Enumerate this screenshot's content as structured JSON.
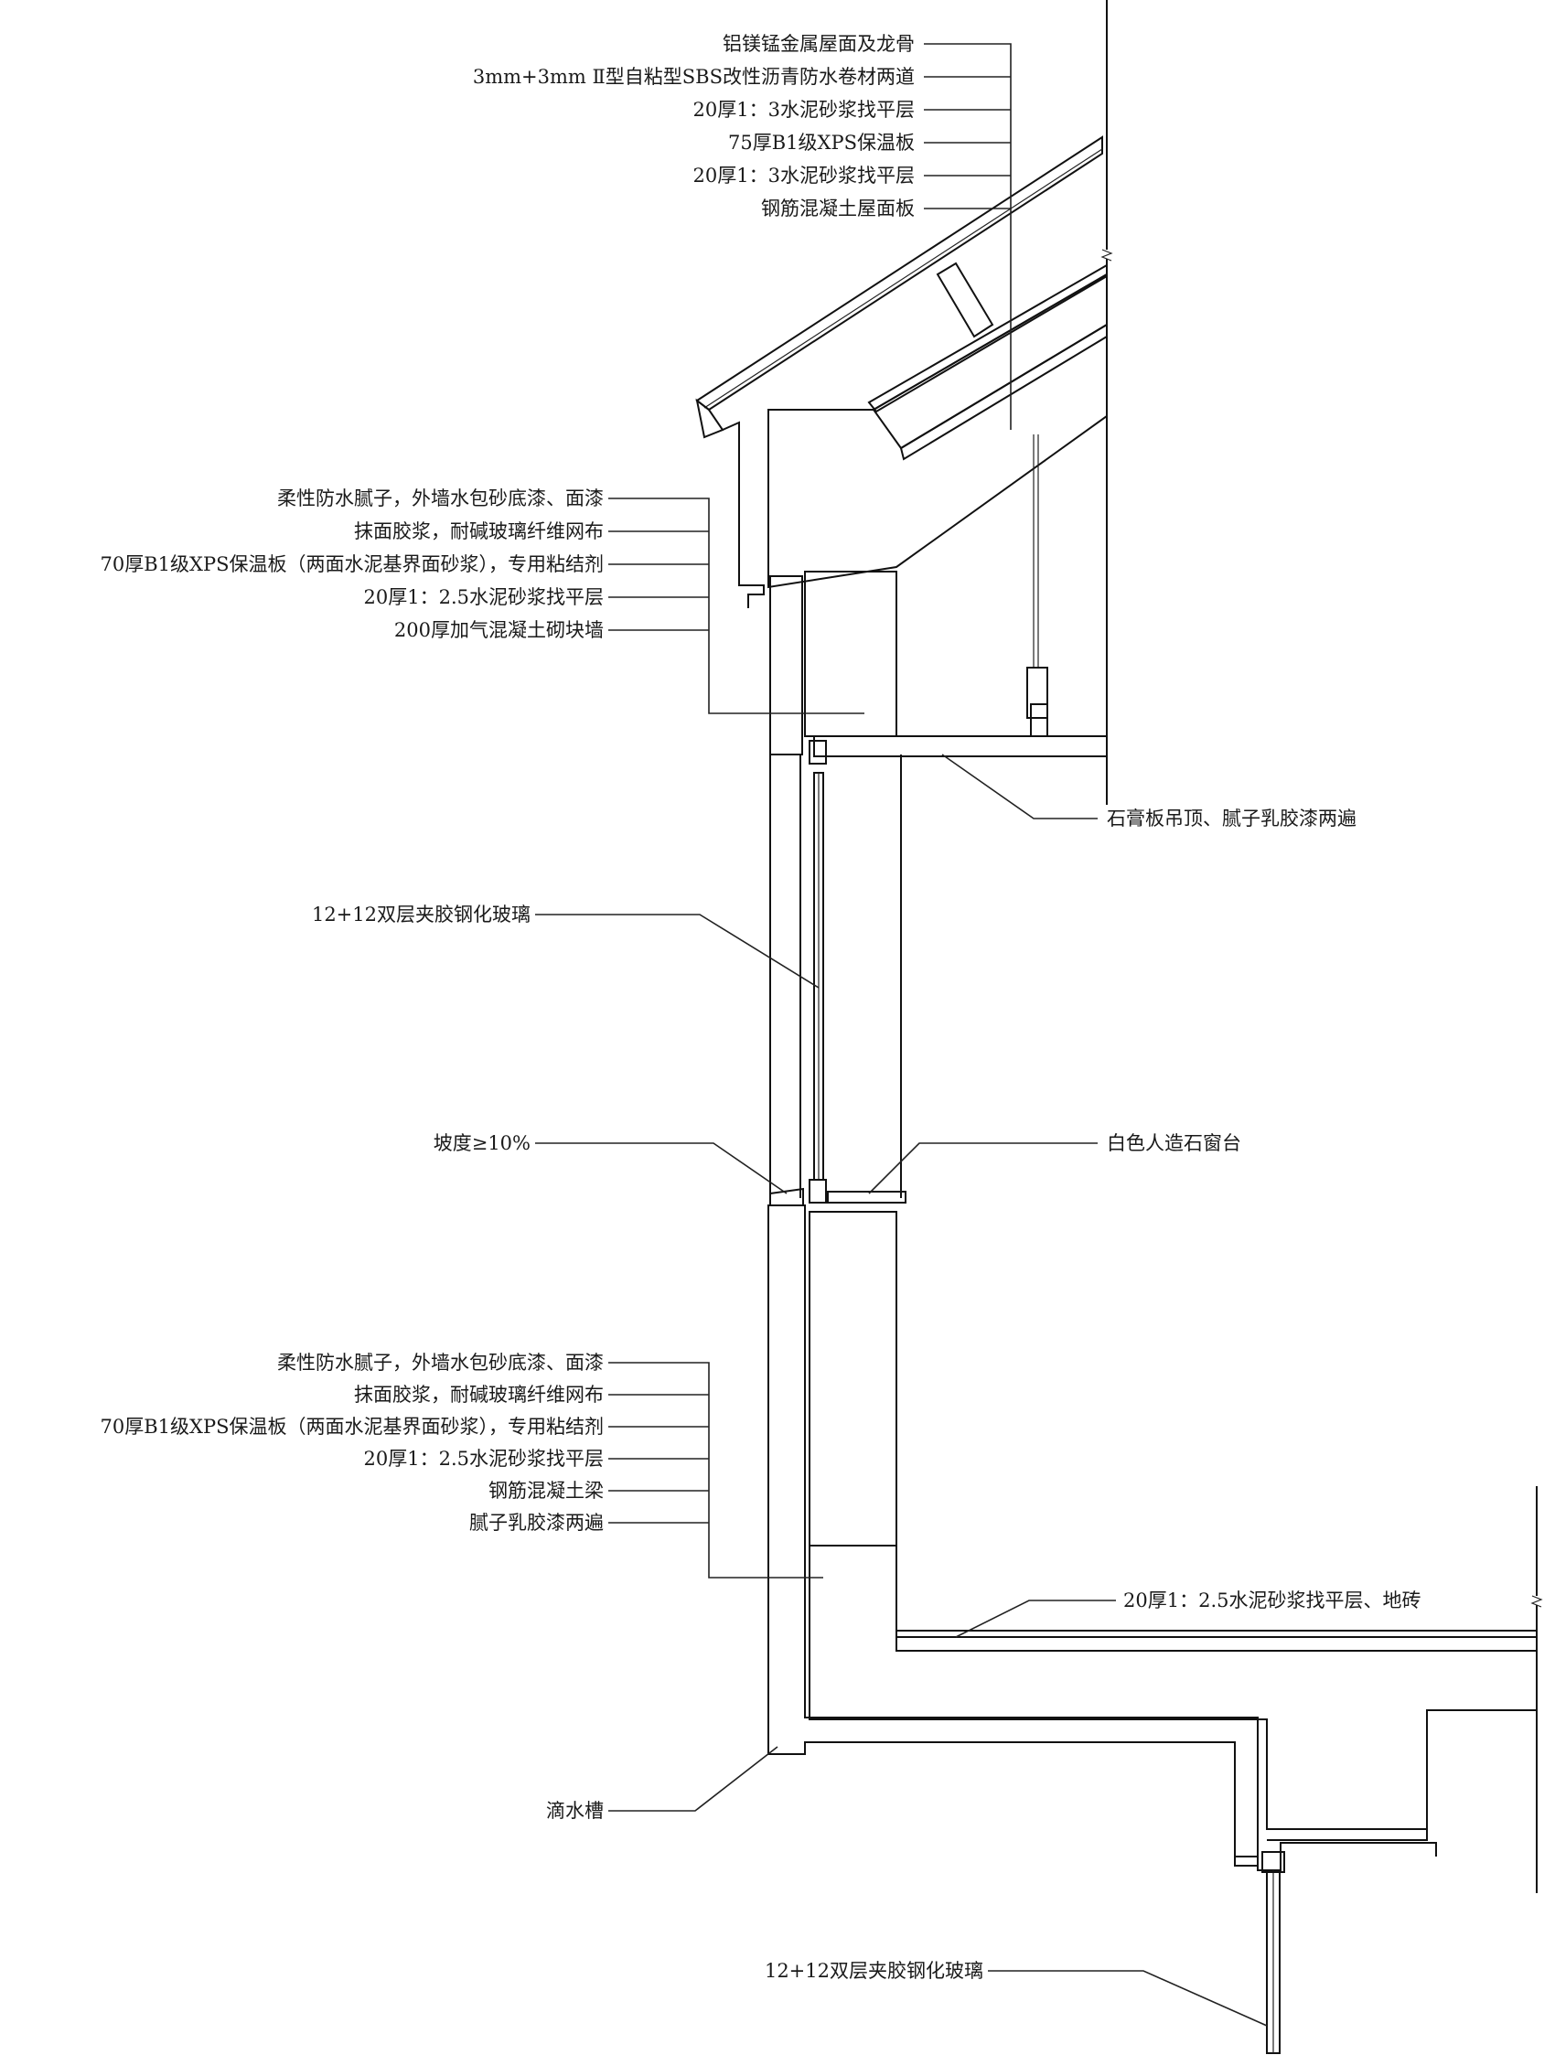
{
  "labels": {
    "roof": [
      "铝镁锰金属屋面及龙骨",
      "3mm+3mm Ⅱ型自粘型SBS改性沥青防水卷材两道",
      "20厚1：3水泥砂浆找平层",
      "75厚B1级XPS保温板",
      "20厚1：3水泥砂浆找平层",
      "钢筋混凝土屋面板"
    ],
    "upper_wall": [
      "柔性防水腻子，外墙水包砂底漆、面漆",
      "抹面胶浆，耐碱玻璃纤维网布",
      "70厚B1级XPS保温板（两面水泥基界面砂浆），专用粘结剂",
      "20厚1：2.5水泥砂浆找平层",
      "200厚加气混凝土砌块墙"
    ],
    "ceiling": "石膏板吊顶、腻子乳胶漆两遍",
    "glass_upper": "12+12双层夹胶钢化玻璃",
    "slope": "坡度≥10%",
    "sill": "白色人造石窗台",
    "lower_wall": [
      "柔性防水腻子，外墙水包砂底漆、面漆",
      "抹面胶浆，耐碱玻璃纤维网布",
      "70厚B1级XPS保温板（两面水泥基界面砂浆），专用粘结剂",
      "20厚1：2.5水泥砂浆找平层",
      "钢筋混凝土梁",
      "腻子乳胶漆两遍"
    ],
    "floor": "20厚1：2.5水泥砂浆找平层、地砖",
    "drip": "滴水槽",
    "glass_lower": "12+12双层夹胶钢化玻璃"
  },
  "colors": {
    "line": "#111111",
    "hatch": "#555555",
    "concrete_fill": "#f2f2f2"
  }
}
